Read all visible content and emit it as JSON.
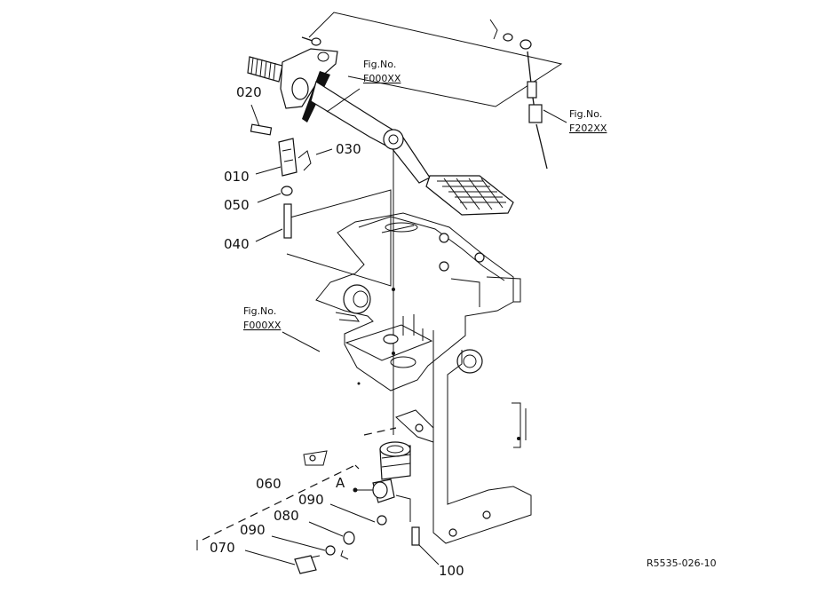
{
  "parts": {
    "p020": "020",
    "p010": "010",
    "p030": "030",
    "p050": "050",
    "p040": "040",
    "p060": "060",
    "p090a": "090",
    "p080": "080",
    "p090b": "090",
    "p070": "070",
    "p100": "100"
  },
  "figs": {
    "ref1": {
      "title": "Fig.No.",
      "code": "F000XX"
    },
    "ref2": {
      "title": "Fig.No.",
      "code": "F202XX"
    },
    "ref3": {
      "title": "Fig.No.",
      "code": "F000XX"
    }
  },
  "detail_marker": "A",
  "drawing_code": "R5535-026-10"
}
